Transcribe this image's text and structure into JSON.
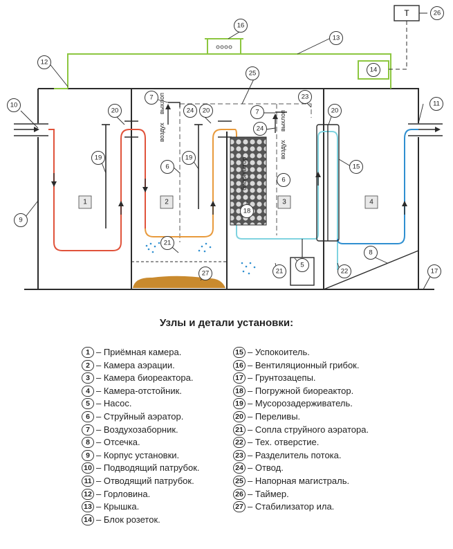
{
  "diagram": {
    "zones": [
      "1",
      "2",
      "3",
      "4"
    ],
    "air_labels": [
      "воздух",
      "воздух"
    ],
    "exhaust_labels": [
      "выхлоп",
      "выхлоп"
    ],
    "bioreactor_label": "биореактор",
    "timer_label": "Т",
    "callouts": [
      "1",
      "2",
      "3",
      "4",
      "5",
      "6",
      "7",
      "8",
      "9",
      "10",
      "11",
      "12",
      "13",
      "14",
      "15",
      "16",
      "17",
      "18",
      "19",
      "20",
      "21",
      "22",
      "23",
      "24",
      "25",
      "26",
      "27"
    ]
  },
  "legend": {
    "title": "Узлы и детали установки:",
    "items": [
      {
        "num": "1",
        "text": "– Приёмная камера."
      },
      {
        "num": "2",
        "text": "– Камера аэрации."
      },
      {
        "num": "3",
        "text": "– Камера биореактора."
      },
      {
        "num": "4",
        "text": "– Камера-отстойник."
      },
      {
        "num": "5",
        "text": "– Насос."
      },
      {
        "num": "6",
        "text": "– Струйный аэратор."
      },
      {
        "num": "7",
        "text": "– Воздухозаборник."
      },
      {
        "num": "8",
        "text": "– Отсечка."
      },
      {
        "num": "9",
        "text": "– Корпус установки."
      },
      {
        "num": "10",
        "text": "– Подводящий патрубок."
      },
      {
        "num": "11",
        "text": "– Отводящий патрубок."
      },
      {
        "num": "12",
        "text": "– Горловина."
      },
      {
        "num": "13",
        "text": "– Крышка."
      },
      {
        "num": "14",
        "text": "– Блок розеток."
      },
      {
        "num": "15",
        "text": "– Успокоитель."
      },
      {
        "num": "16",
        "text": "– Вентиляционный грибок."
      },
      {
        "num": "17",
        "text": "– Грунтозацепы."
      },
      {
        "num": "18",
        "text": "– Погружной биореактор."
      },
      {
        "num": "19",
        "text": "– Мусорозадерживатель."
      },
      {
        "num": "20",
        "text": "– Переливы."
      },
      {
        "num": "21",
        "text": "– Сопла струйного аэратора."
      },
      {
        "num": "22",
        "text": "– Тех. отверстие."
      },
      {
        "num": "23",
        "text": "– Разделитель потока."
      },
      {
        "num": "24",
        "text": "– Отвод."
      },
      {
        "num": "25",
        "text": "– Напорная магистраль."
      },
      {
        "num": "26",
        "text": "– Таймер."
      },
      {
        "num": "27",
        "text": "– Стабилизатор ила."
      }
    ]
  },
  "colors": {
    "structure": "#2b2b2b",
    "cover_green": "#8cc63f",
    "inflow_red": "#e0523a",
    "aeration_orange": "#e89a3c",
    "bio_cyan": "#7fd3e0",
    "outflow_blue": "#2f8fd0",
    "sludge": "#c98a2e",
    "zone_fill": "#e8e8e8"
  }
}
